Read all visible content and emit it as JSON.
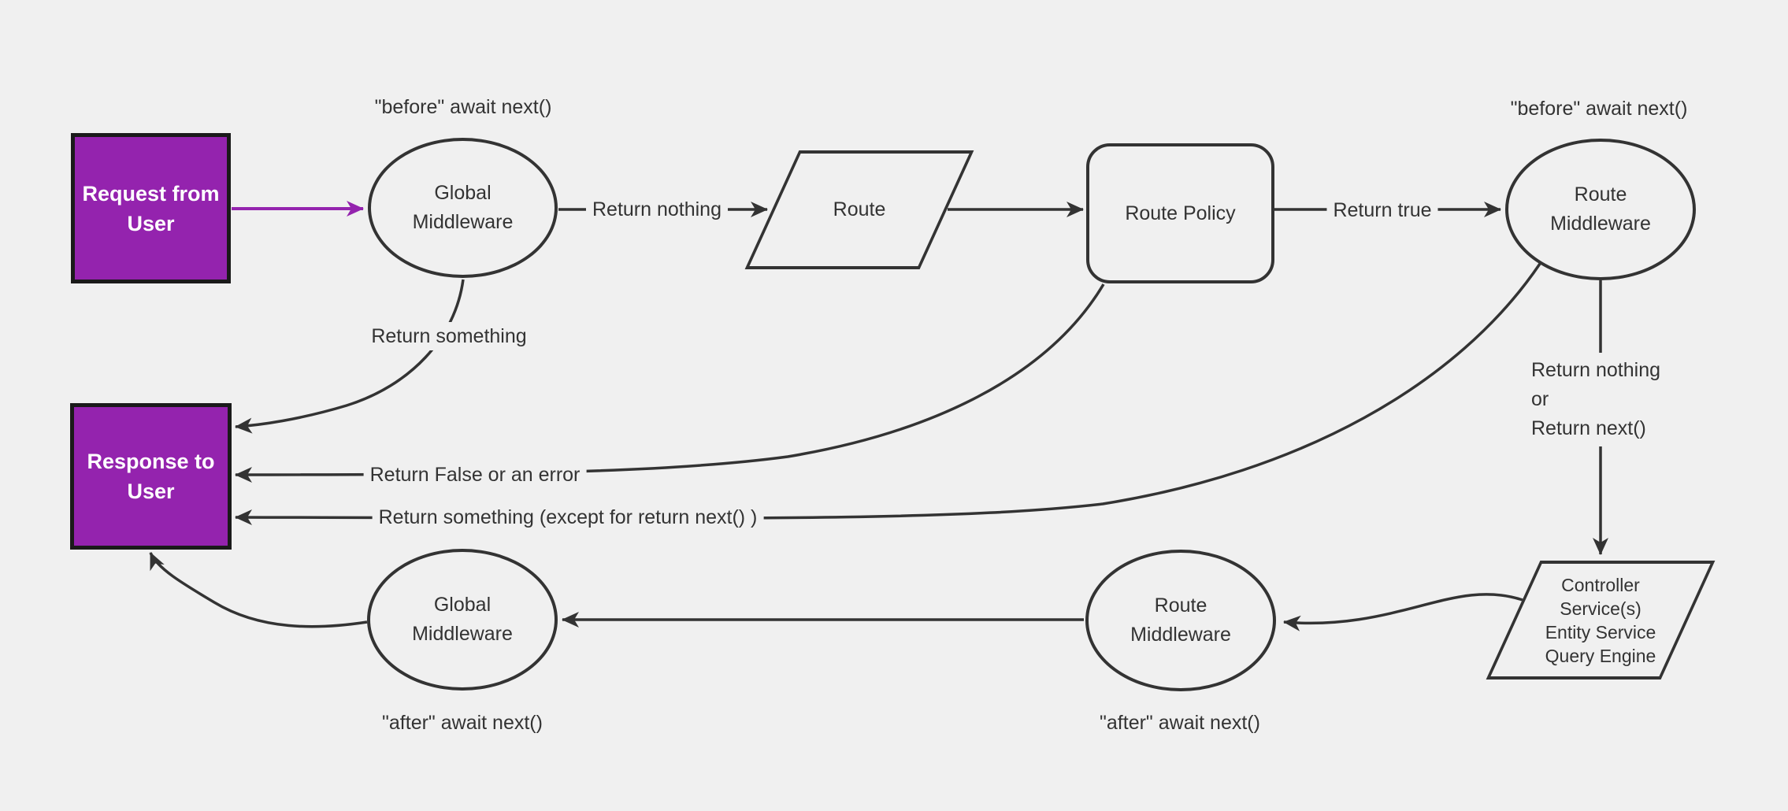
{
  "diagram": {
    "colors": {
      "background": "#f0f0f0",
      "stroke": "#333333",
      "text": "#333333",
      "purple_fill": "#9423ae",
      "purple_border": "#1a1a1a",
      "node_fill": "#f0f0f0",
      "node_text_white": "#ffffff"
    },
    "nodes": {
      "request": "Request from User",
      "response": "Response to User",
      "global_middleware_top": "Global\nMiddleware",
      "route": "Route",
      "route_policy": "Route Policy",
      "route_middleware_top": "Route\nMiddleware",
      "controller": "Controller\nService(s)\nEntity Service\nQuery Engine",
      "route_middleware_bottom": "Route\nMiddleware",
      "global_middleware_bottom": "Global\nMiddleware"
    },
    "edge_labels": {
      "before_await_left": "\"before\" await next()",
      "before_await_right": "\"before\" await next()",
      "return_nothing": "Return nothing",
      "return_true": "Return true",
      "return_something": "Return something",
      "return_false_or_error": "Return False or an error",
      "return_something_except": "Return something (except for return next() )",
      "return_nothing_or_next": "Return nothing\nor\nReturn next()",
      "after_await_left": "\"after\" await next()",
      "after_await_right": "\"after\" await next()"
    }
  }
}
